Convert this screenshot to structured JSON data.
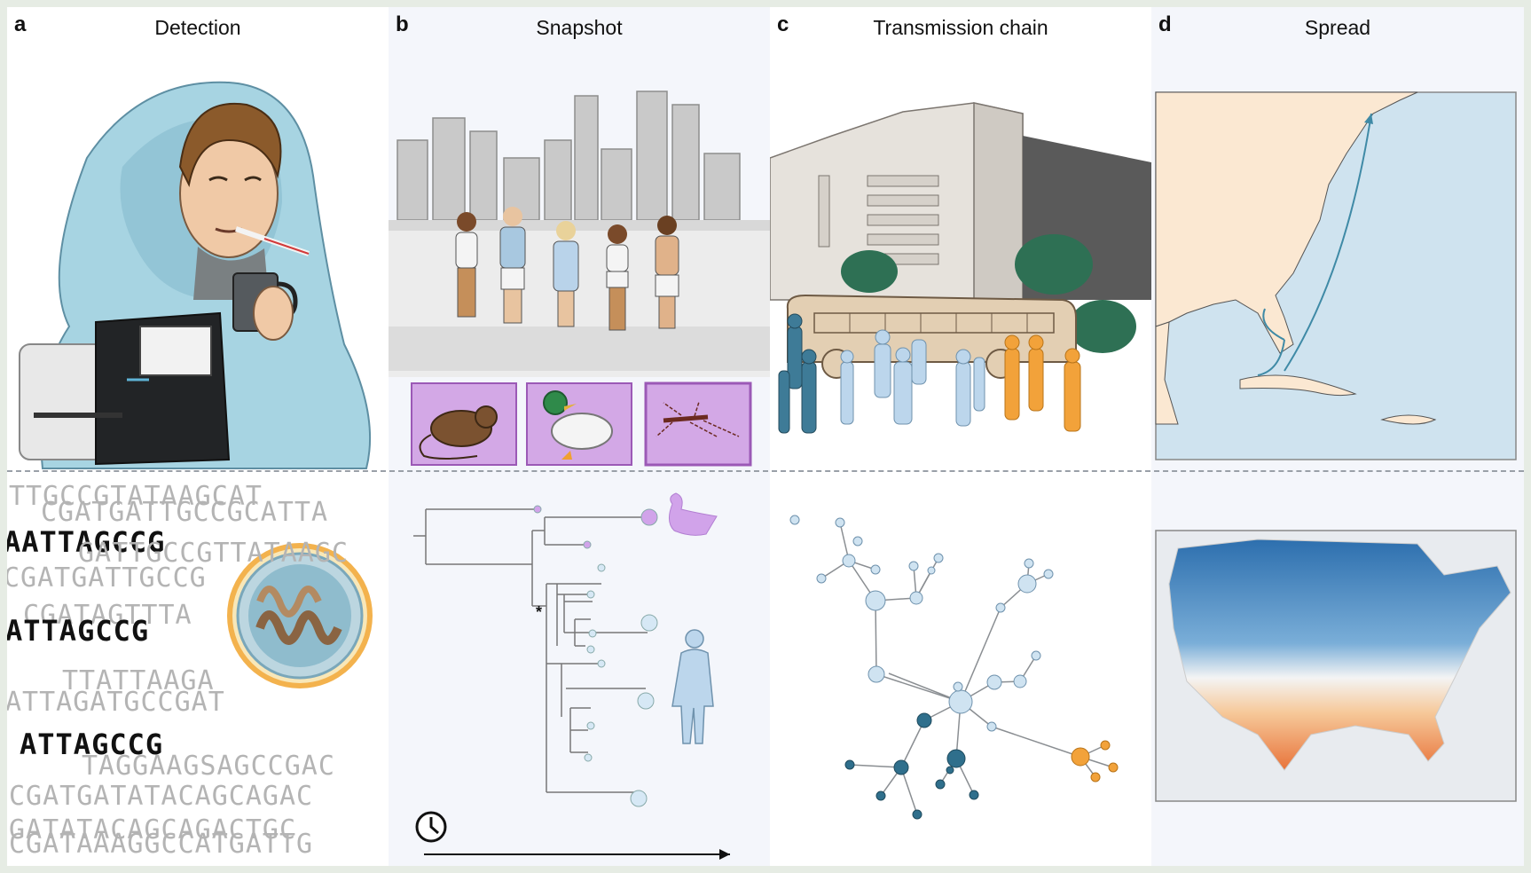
{
  "panels": [
    {
      "letter": "a",
      "title": "Detection"
    },
    {
      "letter": "b",
      "title": "Snapshot"
    },
    {
      "letter": "c",
      "title": "Transmission chain"
    },
    {
      "letter": "d",
      "title": "Spread"
    }
  ],
  "sequences": {
    "s1": "TTGCCGTATAAGCAT",
    "s2": "CGATGATTGCCGCATTA",
    "s3": "AATTAGCCG",
    "s4": "GATTGCCGTTATAAGC",
    "s5": "CGATGATTGCCG",
    "s6": "CGATAGTTTA",
    "s7": "ATTAGCCG",
    "s8": "TTATTAAGA",
    "s9": "ATTAGATGCCGAT",
    "s10": "ATTAGCCG",
    "s11": "TAGGAAGSAGCCGAC",
    "s12": "CGATGATATACAGCAGAC",
    "s13": "GATATACAGCAGACTGC",
    "s14": "CGATAAAGGCCATGATTG"
  },
  "tree": {
    "root_marker": "*"
  },
  "icons": {
    "animals": [
      "rat-icon",
      "duck-icon",
      "mosquito-icon"
    ],
    "clock": "clock-icon",
    "person": "person-silhouette-icon",
    "duck_tree": "duck-silhouette-icon"
  },
  "colors": {
    "purple_box": "#d3a8e6",
    "purple_border": "#9b59b6",
    "tree_tip_purple": "#d1a3ea",
    "tree_tip_blue": "#d6e8f5",
    "net_light": "#cfe3f1",
    "net_dark": "#2f6f8c",
    "net_orange": "#f2a23a",
    "map_land": "#fbe8d2",
    "arrow_teal": "#3f8aa6"
  }
}
